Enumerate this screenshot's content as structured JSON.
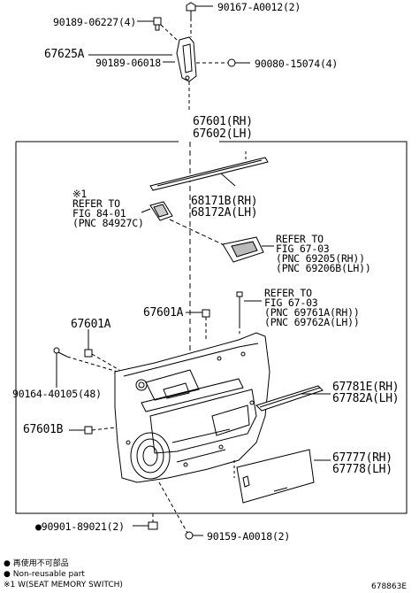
{
  "labels": {
    "p90167": "90167-A0012(2)",
    "p90189a": "90189-06227(4)",
    "p67625": "67625A",
    "p90189b": "90189-06018",
    "p90080": "90080-15074(4)",
    "p67601_rh": "67601(RH)",
    "p67602_lh": "67602(LH)",
    "note1_mark": "※1",
    "refer1_a": "REFER TO",
    "refer1_b": "FIG 84-01",
    "refer1_c": "(PNC 84927C)",
    "p68171": "68171B(RH)",
    "p68172": "68172A(LH)",
    "refer2_a": "REFER TO",
    "refer2_b": "FIG 67-03",
    "refer2_c": "(PNC 69205(RH))",
    "refer2_d": "(PNC 69206B(LH))",
    "refer3_a": "REFER TO",
    "refer3_b": "FIG 67-03",
    "refer3_c": "(PNC 69761A(RH))",
    "refer3_d": "(PNC 69762A(LH))",
    "p67601A_mid": "67601A",
    "p67601A_left": "67601A",
    "p90164": "90164-40105(48)",
    "p67781": "67781E(RH)",
    "p67782": "67782A(LH)",
    "p67601B": "67601B",
    "p67777": "67777(RH)",
    "p67778": "67778(LH)",
    "p90901": "●90901-89021(2)",
    "p90159": "90159-A0018(2)"
  },
  "legend": {
    "line1": "● 再使用不可部品",
    "line2": "● Non-reusable part",
    "line3": "※1 W(SEAT MEMORY SWITCH)"
  },
  "figure_id": "678863E"
}
